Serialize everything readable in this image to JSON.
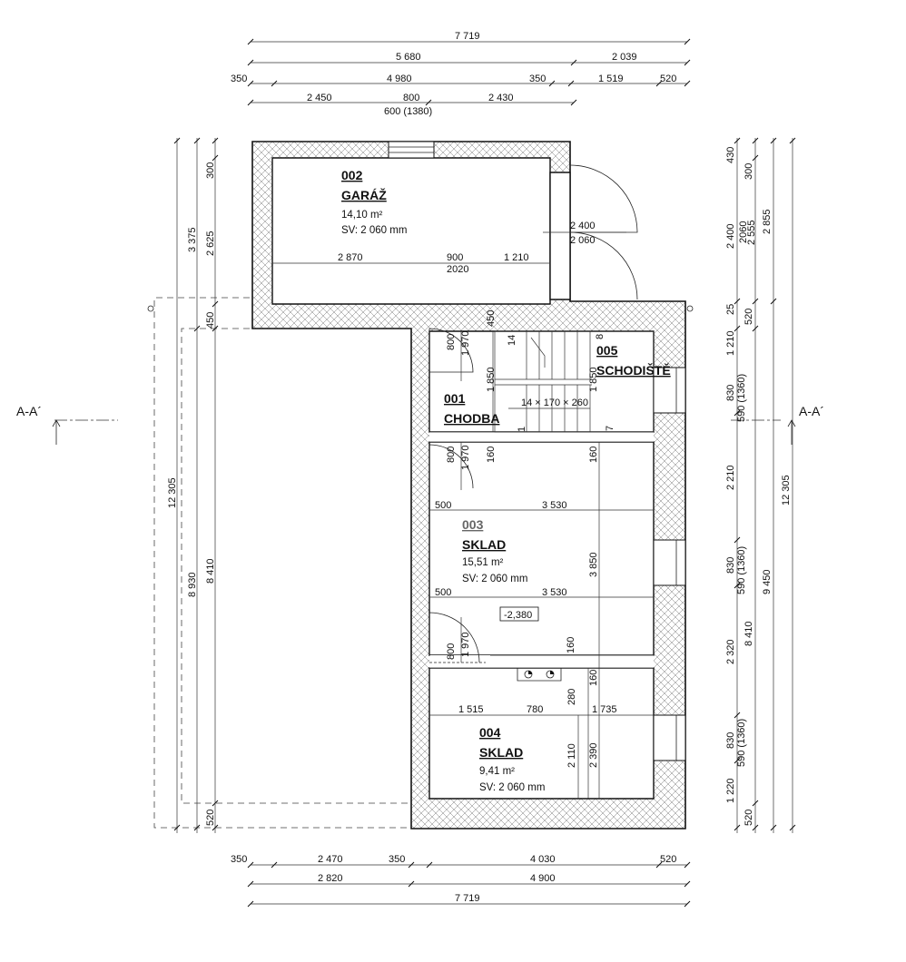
{
  "section_label": "A-A´",
  "rooms": [
    {
      "number": "002",
      "name": "GARÁŽ",
      "area": "14,10 m²",
      "height": "SV: 2 060 mm"
    },
    {
      "number": "005",
      "name": "SCHODIŠTĚ"
    },
    {
      "number": "001",
      "name": "CHODBA"
    },
    {
      "number": "003",
      "name": "SKLAD",
      "area": "15,51 m²",
      "height": "SV: 2 060 mm"
    },
    {
      "number": "004",
      "name": "SKLAD",
      "area": "9,41 m²",
      "height": "SV: 2 060 mm"
    }
  ],
  "level_mark": "-2,380",
  "stairs_spec": "14 × 170 × 260",
  "top_dimensions": {
    "row1": [
      "7 719"
    ],
    "row2": [
      "5 680",
      "2 039"
    ],
    "row3": [
      "350",
      "4 980",
      "350",
      "1 519",
      "520"
    ],
    "row4": [
      "2 450",
      "800",
      "2 430"
    ],
    "row5": [
      "600 (1380)"
    ]
  },
  "bottom_dimensions": {
    "row1": [
      "350",
      "2 470",
      "350",
      "4 030",
      "520"
    ],
    "row2": [
      "2 820",
      "4 900"
    ],
    "row3": [
      "7 719"
    ]
  },
  "left_dimensions": {
    "outer": [
      "12 305"
    ],
    "middle": [
      "3 375",
      "8 930"
    ],
    "inner": [
      "300",
      "2 625",
      "450",
      "8 410",
      "520"
    ]
  },
  "right_dimensions": {
    "inner": [
      "430",
      "2 400",
      "25",
      "1 210",
      "830",
      "2 210",
      "830",
      "2 320",
      "830",
      "1 220"
    ],
    "middle": [
      "300",
      "2060",
      "2 555",
      "520",
      "590 (1360)",
      "590 (1360)",
      "8 410",
      "590 (1360)",
      "520"
    ],
    "outer": [
      "2 855",
      "12 305",
      "9 450"
    ]
  },
  "interior_dimensions": {
    "garage_width": [
      "2 870",
      "900",
      "1 210"
    ],
    "garage_door_width": "2020",
    "garage_door_opening": [
      "2 400",
      "2 060"
    ],
    "door_800": "800",
    "door_1970": "1 970",
    "door_450": "450",
    "corridor": [
      "14",
      "1 850",
      "1",
      "8",
      "1 850",
      "7"
    ],
    "wall_160": "160",
    "sklad_widths": [
      "500",
      "3 530"
    ],
    "sklad_height": "3 850",
    "sklad4_widths": [
      "1 515",
      "780",
      "1 735"
    ],
    "sklad4_heights": [
      "280",
      "2 110",
      "2 390"
    ]
  }
}
